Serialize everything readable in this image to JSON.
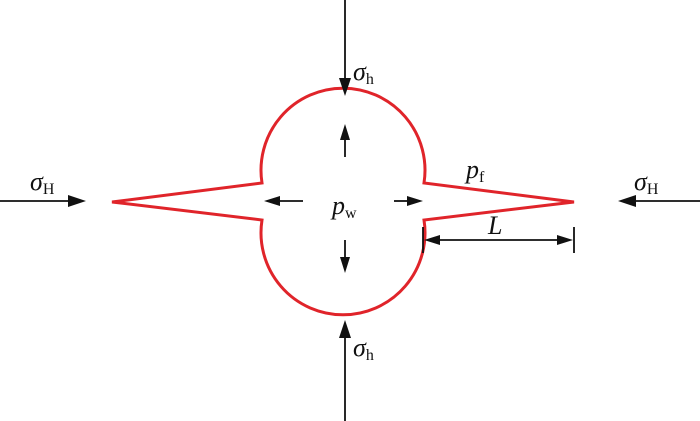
{
  "labels": {
    "sigma_h_top": {
      "symbol": "σ",
      "subscript": "h"
    },
    "sigma_h_bottom": {
      "symbol": "σ",
      "subscript": "h"
    },
    "sigma_H_left": {
      "symbol": "σ",
      "subscript": "H"
    },
    "sigma_H_right": {
      "symbol": "σ",
      "subscript": "H"
    },
    "wellbore_pressure": {
      "symbol": "p",
      "subscript": "w"
    },
    "fracture_pressure": {
      "symbol": "p",
      "subscript": "f"
    },
    "fracture_length": "L"
  },
  "colors": {
    "outline": "#e0242a",
    "arrows": "#111111"
  }
}
